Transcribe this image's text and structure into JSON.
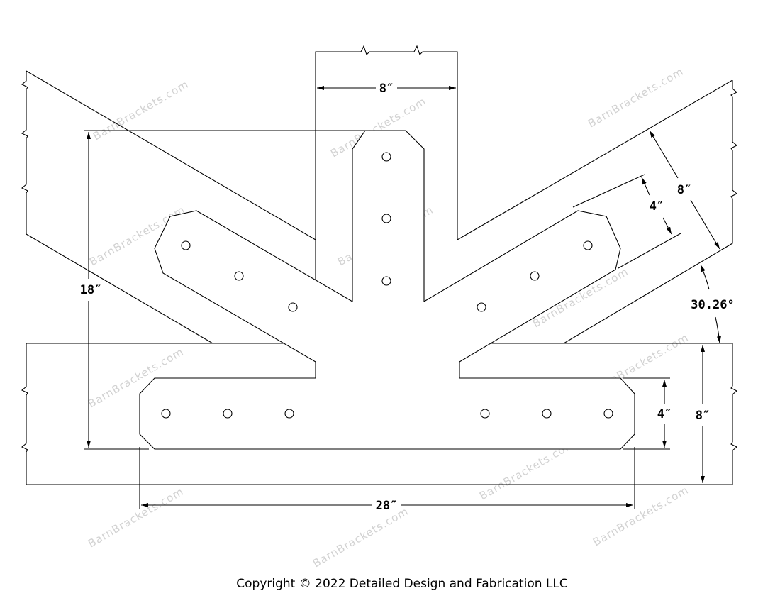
{
  "watermark": "BarnBrackets.com",
  "dimensions": {
    "post_width": "8″",
    "overall_height": "18″",
    "rafter_width": "8″",
    "rafter_strap_width": "4″",
    "rafter_angle": "30.26°",
    "beam_height": "8″",
    "beam_strap_width": "4″",
    "overall_width": "28″"
  },
  "footer": {
    "copyright": "Copyright © 2022 Detailed Design and Fabrication LLC"
  }
}
